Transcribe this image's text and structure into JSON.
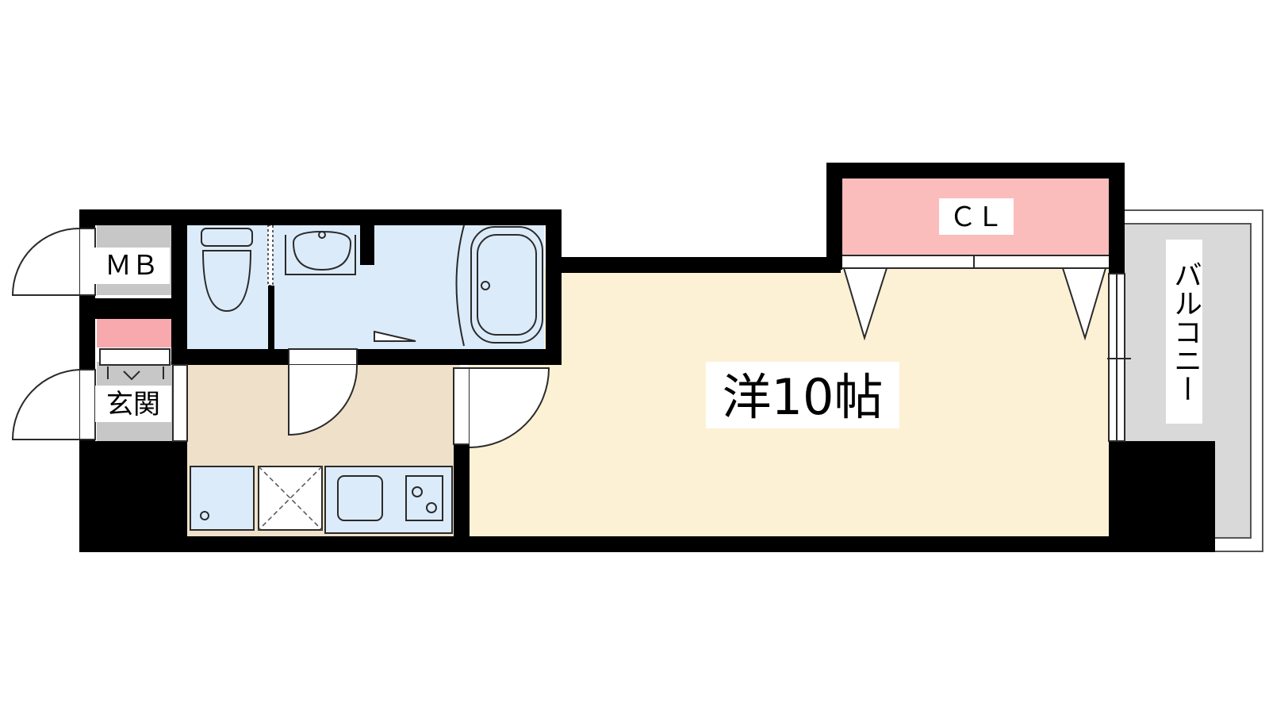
{
  "rooms": {
    "main_room": {
      "label": "洋10帖",
      "color": "#fdf1d5"
    },
    "closet": {
      "label": "ＣＬ",
      "color": "#fbbcbc"
    },
    "meter_box": {
      "label": "ＭＢ"
    },
    "entrance": {
      "label": "玄関"
    },
    "balcony": {
      "label": "バルコニー",
      "color": "#d9d9d9"
    },
    "kitchen": {
      "color": "#efe1c9"
    },
    "bath": {
      "color": "#dcebfa"
    },
    "shoe_box": {
      "color": "#f7a9ad"
    }
  },
  "colors": {
    "wall": "#000000",
    "fixture": "#dcebfa",
    "gray_band": "#c7c7c7"
  }
}
